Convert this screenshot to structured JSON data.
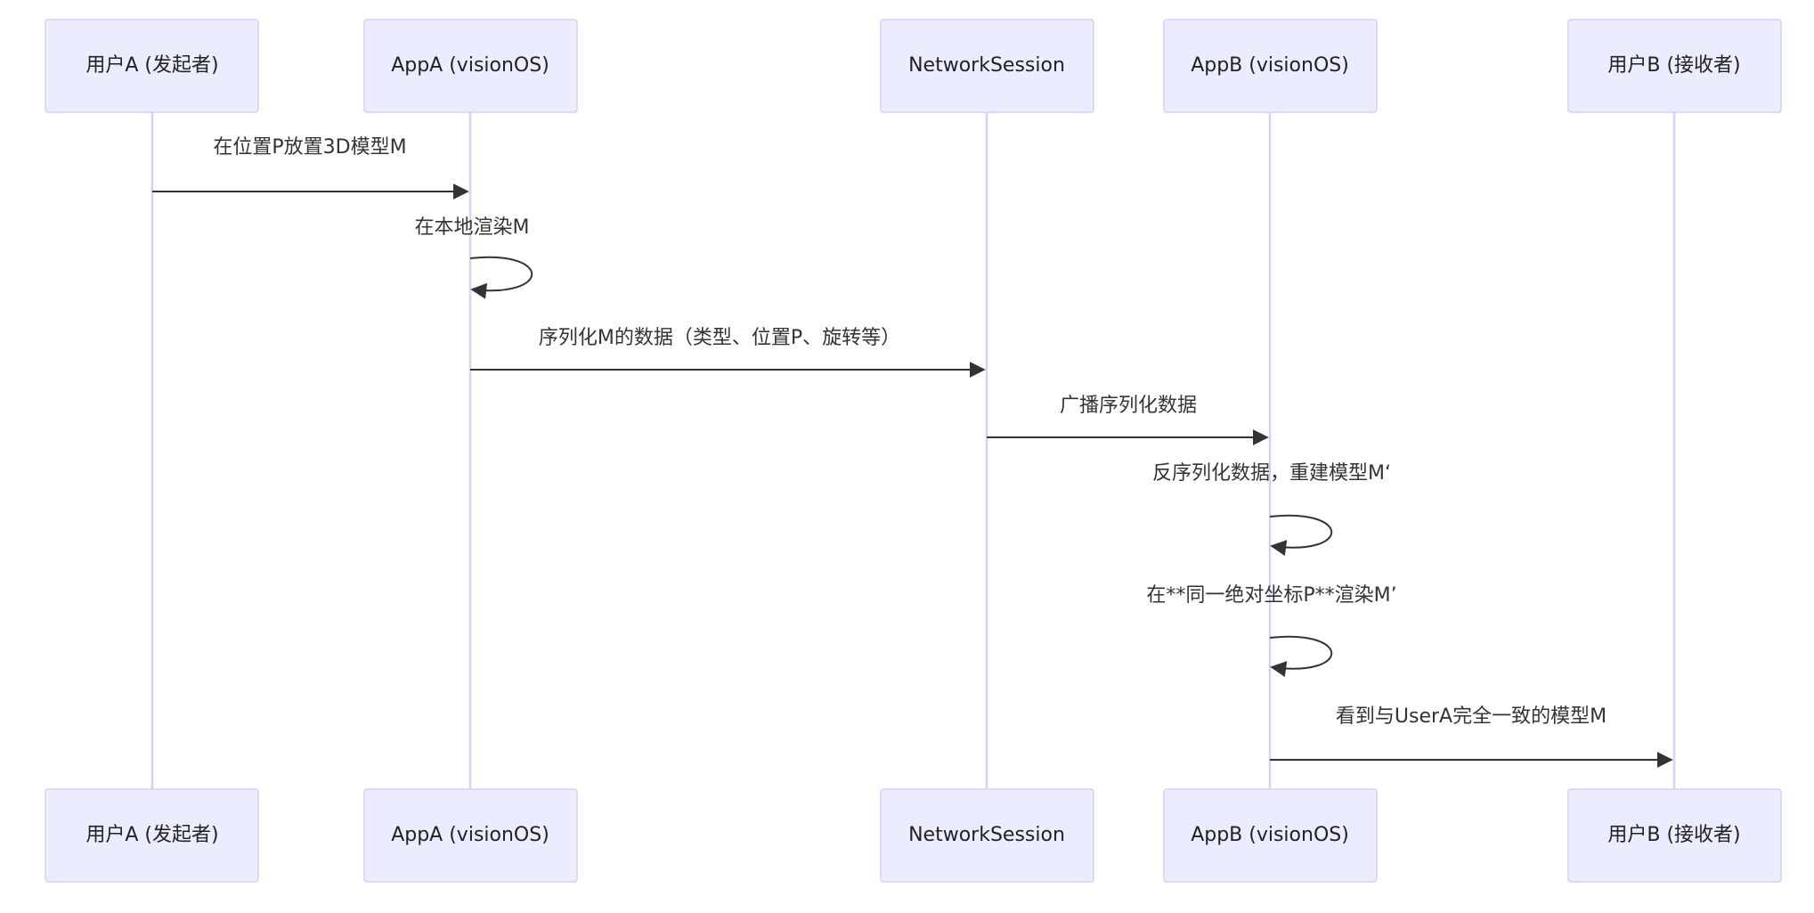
{
  "participants": [
    {
      "id": "userA",
      "label": "用户A (发起者)"
    },
    {
      "id": "appA",
      "label": "AppA (visionOS)"
    },
    {
      "id": "network",
      "label": "NetworkSession"
    },
    {
      "id": "appB",
      "label": "AppB (visionOS)"
    },
    {
      "id": "userB",
      "label": "用户B (接收者)"
    }
  ],
  "messages": [
    {
      "from": "userA",
      "to": "appA",
      "text": "在位置P放置3D模型M"
    },
    {
      "from": "appA",
      "to": "appA",
      "text": "在本地渲染M"
    },
    {
      "from": "appA",
      "to": "network",
      "text": "序列化M的数据（类型、位置P、旋转等）"
    },
    {
      "from": "network",
      "to": "appB",
      "text": "广播序列化数据"
    },
    {
      "from": "appB",
      "to": "appB",
      "text": "反序列化数据，重建模型M‘"
    },
    {
      "from": "appB",
      "to": "appB",
      "text": "在**同一绝对坐标P**渲染M’"
    },
    {
      "from": "appB",
      "to": "userB",
      "text": "看到与UserA完全一致的模型M"
    }
  ],
  "colors": {
    "actor_fill": "#ececff",
    "actor_stroke": "#d6d1f2",
    "lifeline": "#d6d1f2",
    "message": "#333333"
  }
}
